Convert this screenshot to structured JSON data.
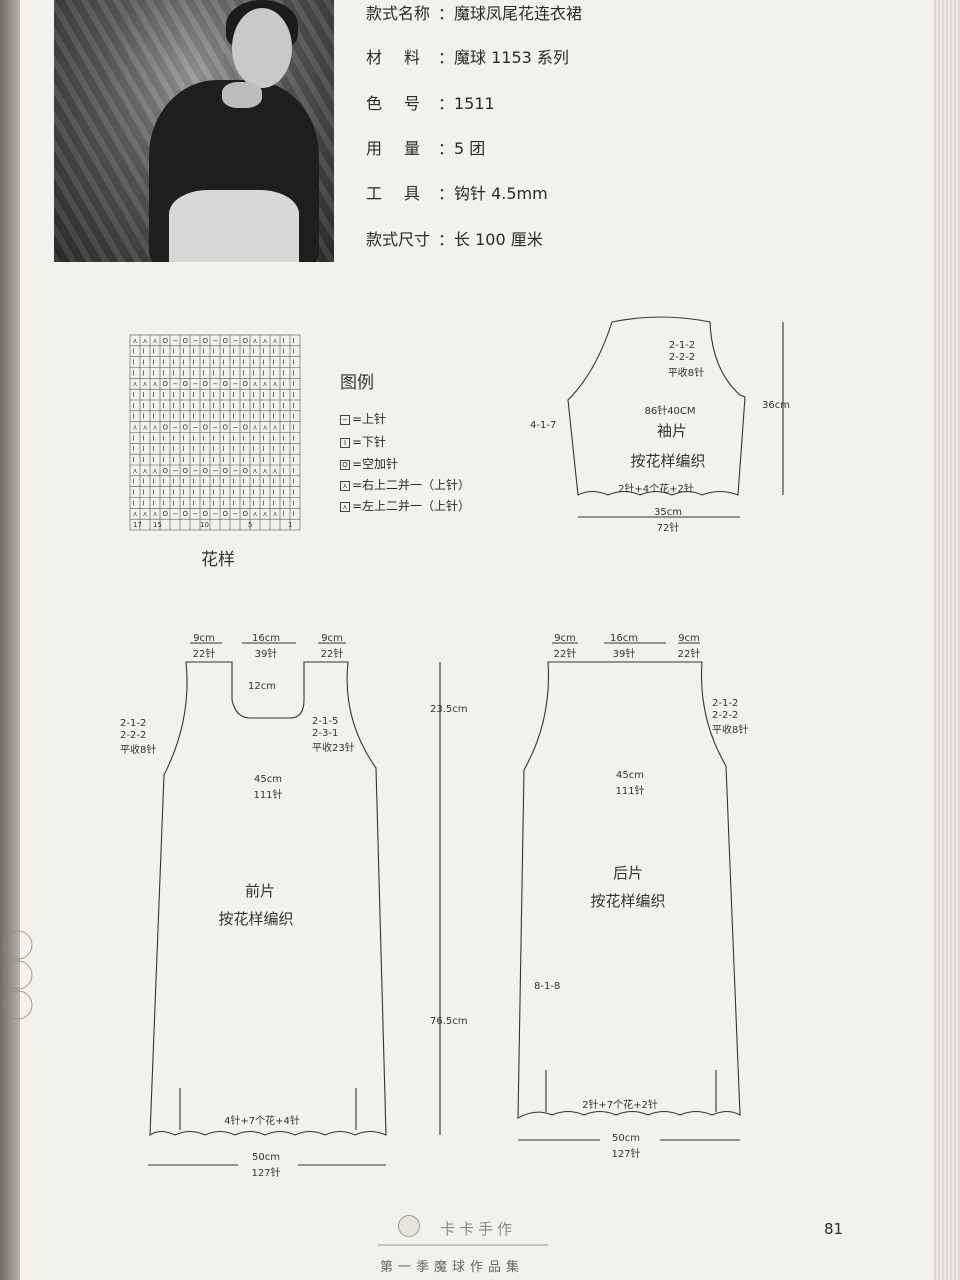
{
  "specs": [
    {
      "label": "款式名称",
      "value": "：魔球凤尾花连衣裙"
    },
    {
      "label": "材料",
      "value": "：魔球 1153 系列"
    },
    {
      "label": "色号",
      "value": "：1511"
    },
    {
      "label": "用量",
      "value": "：5 团"
    },
    {
      "label": "工具",
      "value": "：钩针 4.5mm"
    },
    {
      "label": "款式尺寸",
      "value": "：长 100 厘米"
    }
  ],
  "legend": {
    "title": "图例",
    "items": [
      {
        "symbol": "−",
        "label": "=上针"
      },
      {
        "symbol": "I",
        "label": "=下针"
      },
      {
        "symbol": "O",
        "label": "=空加针"
      },
      {
        "symbol": "⋏",
        "label": "=右上二并一（上针）"
      },
      {
        "symbol": "⋏",
        "label": "=左上二并一（上针）"
      }
    ]
  },
  "chart": {
    "caption": "花样",
    "col_numbers": [
      "17",
      "15",
      "10",
      "5",
      "1"
    ]
  },
  "sleeve": {
    "title": "袖片",
    "subtitle": "按花样编织",
    "shaping": [
      "2-1-2",
      "2-2-2",
      "平收8针"
    ],
    "cap_width": "86针40CM",
    "side_dec": "4-1-7",
    "hem_repeat": "2针+4个花+2针",
    "bottom_cm": "35cm",
    "bottom_st": "72针",
    "height": "36cm"
  },
  "front": {
    "title": "前片",
    "subtitle": "按花样编织",
    "top": [
      {
        "cm": "9cm",
        "st": "22针"
      },
      {
        "cm": "16cm",
        "st": "39针"
      },
      {
        "cm": "9cm",
        "st": "22针"
      }
    ],
    "neck_depth": "12cm",
    "armhole": [
      "2-1-2",
      "2-2-2",
      "平收8针"
    ],
    "neck": [
      "2-1-5",
      "2-3-1",
      "平收23针"
    ],
    "bust_cm": "45cm",
    "bust_st": "111针",
    "hem_repeat": "4针+7个花+4针",
    "bottom_cm": "50cm",
    "bottom_st": "127针"
  },
  "middle": {
    "upper": "23.5cm",
    "lower": "76.5cm"
  },
  "back": {
    "title": "后片",
    "subtitle": "按花样编织",
    "top": [
      {
        "cm": "9cm",
        "st": "22针"
      },
      {
        "cm": "16cm",
        "st": "39针"
      },
      {
        "cm": "9cm",
        "st": "22针"
      }
    ],
    "armhole": [
      "2-1-2",
      "2-2-2",
      "平收8针"
    ],
    "bust_cm": "45cm",
    "bust_st": "111针",
    "side_dec": "8-1-8",
    "hem_repeat": "2针+7个花+2针",
    "bottom_cm": "50cm",
    "bottom_st": "127针"
  },
  "footer": {
    "brand": "卡卡手作",
    "series": "第一季魔球作品集",
    "page": "81"
  }
}
